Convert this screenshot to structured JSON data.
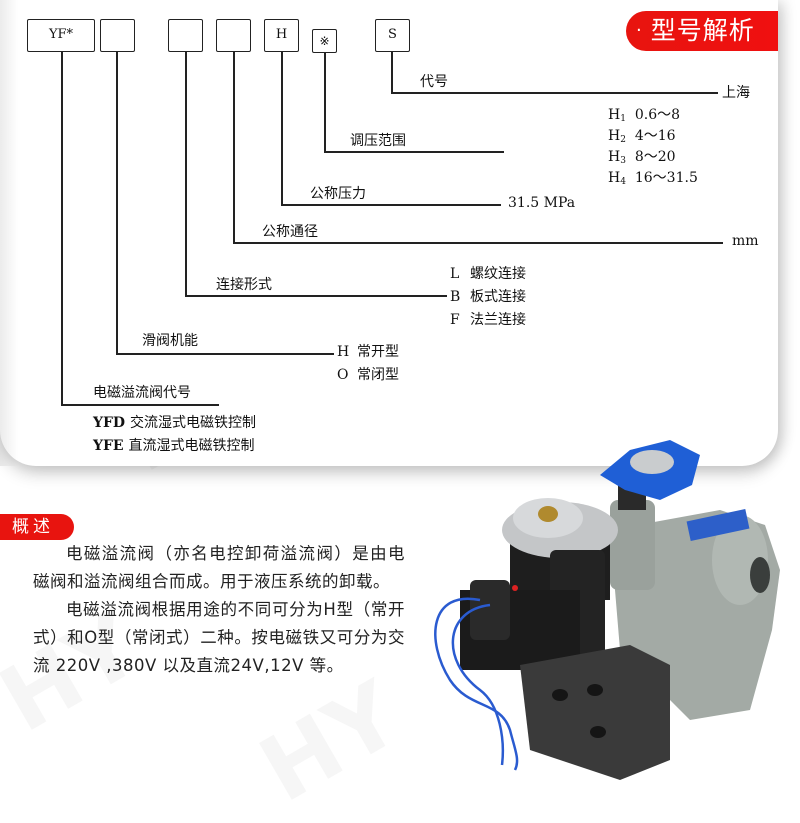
{
  "header": {
    "section_title_model": "型号解析",
    "section_bullet": "·"
  },
  "model_code": {
    "boxes": [
      {
        "id": "type",
        "text": "YF*"
      },
      {
        "id": "spool",
        "text": ""
      },
      {
        "id": "connection",
        "text": ""
      },
      {
        "id": "diameter",
        "text": ""
      },
      {
        "id": "pressure",
        "text": "H"
      },
      {
        "id": "range",
        "text": "※"
      },
      {
        "id": "maker",
        "text": "S"
      }
    ],
    "branches": {
      "maker": {
        "label": "代号",
        "value": "上海"
      },
      "range": {
        "label": "调压范围",
        "options": [
          {
            "code": "H",
            "sub": "1",
            "value": "0.6～8"
          },
          {
            "code": "H",
            "sub": "2",
            "value": "4～16"
          },
          {
            "code": "H",
            "sub": "3",
            "value": "8～20"
          },
          {
            "code": "H",
            "sub": "4",
            "value": "16～31.5"
          }
        ]
      },
      "pressure": {
        "label": "公称压力",
        "value": "31.5 MPa"
      },
      "diameter": {
        "label": "公称通径",
        "value": "mm"
      },
      "connection": {
        "label": "连接形式",
        "options": [
          {
            "code": "L",
            "value": "螺纹连接"
          },
          {
            "code": "B",
            "value": "板式连接"
          },
          {
            "code": "F",
            "value": "法兰连接"
          }
        ]
      },
      "spool": {
        "label": "滑阀机能",
        "options": [
          {
            "code": "H",
            "value": "常开型"
          },
          {
            "code": "O",
            "value": "常闭型"
          }
        ]
      },
      "type": {
        "label": "电磁溢流阀代号",
        "options": [
          {
            "code": "YFD",
            "value": "交流湿式电磁铁控制"
          },
          {
            "code": "YFE",
            "value": "直流湿式电磁铁控制"
          }
        ]
      }
    }
  },
  "overview": {
    "section_title": "概述",
    "paragraphs": [
      "电磁溢流阀（亦名电控卸荷溢流阀）是由电磁阀和溢流阀组合而成。用于液压系统的卸载。",
      "电磁溢流阀根据用途的不同可分为H型（常开式）和O型（常闭式）二种。按电磁铁又可分为交流 220V ,380V 以及直流24V,12V 等。"
    ]
  },
  "product_image": {
    "alt": "电磁溢流阀实物图",
    "colors": {
      "handwheel": "#1f5fd6",
      "body": "#a9b0ab",
      "solenoid": "#1e1e1e",
      "wire": "#2a5bd0"
    }
  },
  "colors": {
    "accent": "#e8140f",
    "line": "#222222",
    "text": "#111111"
  }
}
